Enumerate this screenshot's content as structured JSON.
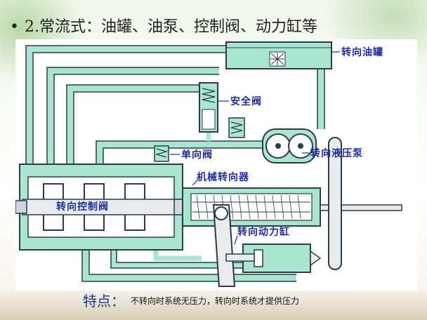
{
  "slide": {
    "bullet": "•",
    "title": "2.常流式：油罐、油泵、控制阀、动力缸等"
  },
  "diagram": {
    "labels": {
      "reservoir": "转向油罐",
      "safety_valve": "安全阀",
      "pump": "转向液压泵",
      "check_valve": "单向阀",
      "steering_gear": "机械转向器",
      "control_valve": "转向控制阀",
      "power_cylinder": "转向动力缸"
    },
    "colors": {
      "fluid": "#a8e6cf",
      "outline": "#2c3a4a",
      "label": "#1e2aa8",
      "label_emphasis": "#d4001a"
    }
  },
  "feature": {
    "label": "特点：",
    "text": "不转向时系统无压力，转向时系统才提供压力"
  }
}
